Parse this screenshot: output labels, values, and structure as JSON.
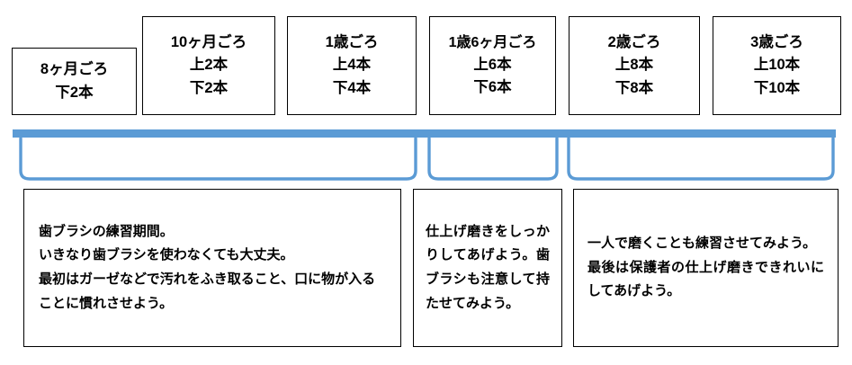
{
  "diagram": {
    "accent_color": "#5B9BD5",
    "border_color": "#000000",
    "background_color": "#FFFFFF",
    "stages": [
      {
        "name": "stage-8-months",
        "age": "8ヶ月ごろ",
        "upper": "",
        "lower": "下2本"
      },
      {
        "name": "stage-10-months",
        "age": "10ヶ月ごろ",
        "upper": "上2本",
        "lower": "下2本"
      },
      {
        "name": "stage-1-year",
        "age": "1歳ごろ",
        "upper": "上4本",
        "lower": "下4本"
      },
      {
        "name": "stage-1-year-6-months",
        "age": "1歳6ヶ月ごろ",
        "upper": "上6本",
        "lower": "下6本"
      },
      {
        "name": "stage-2-years",
        "age": "2歳ごろ",
        "upper": "上8本",
        "lower": "下8本"
      },
      {
        "name": "stage-3-years",
        "age": "3歳ごろ",
        "upper": "上10本",
        "lower": "下10本"
      }
    ],
    "advice": [
      {
        "name": "advice-practice-period",
        "text": "歯ブラシの練習期間。\nいきなり歯ブラシを使わなくても大丈夫。\n最初はガーゼなどで汚れをふき取ること、口に物が入ることに慣れさせよう。"
      },
      {
        "name": "advice-finishing-brushing",
        "text": "仕上げ磨きをしっかりしてあげよう。歯ブラシも注意して持たせてみよう。"
      },
      {
        "name": "advice-solo-brushing",
        "text": "一人で磨くことも練習させてみよう。\n最後は保護者の仕上げ磨きできれいにしてあげよう。"
      }
    ]
  }
}
